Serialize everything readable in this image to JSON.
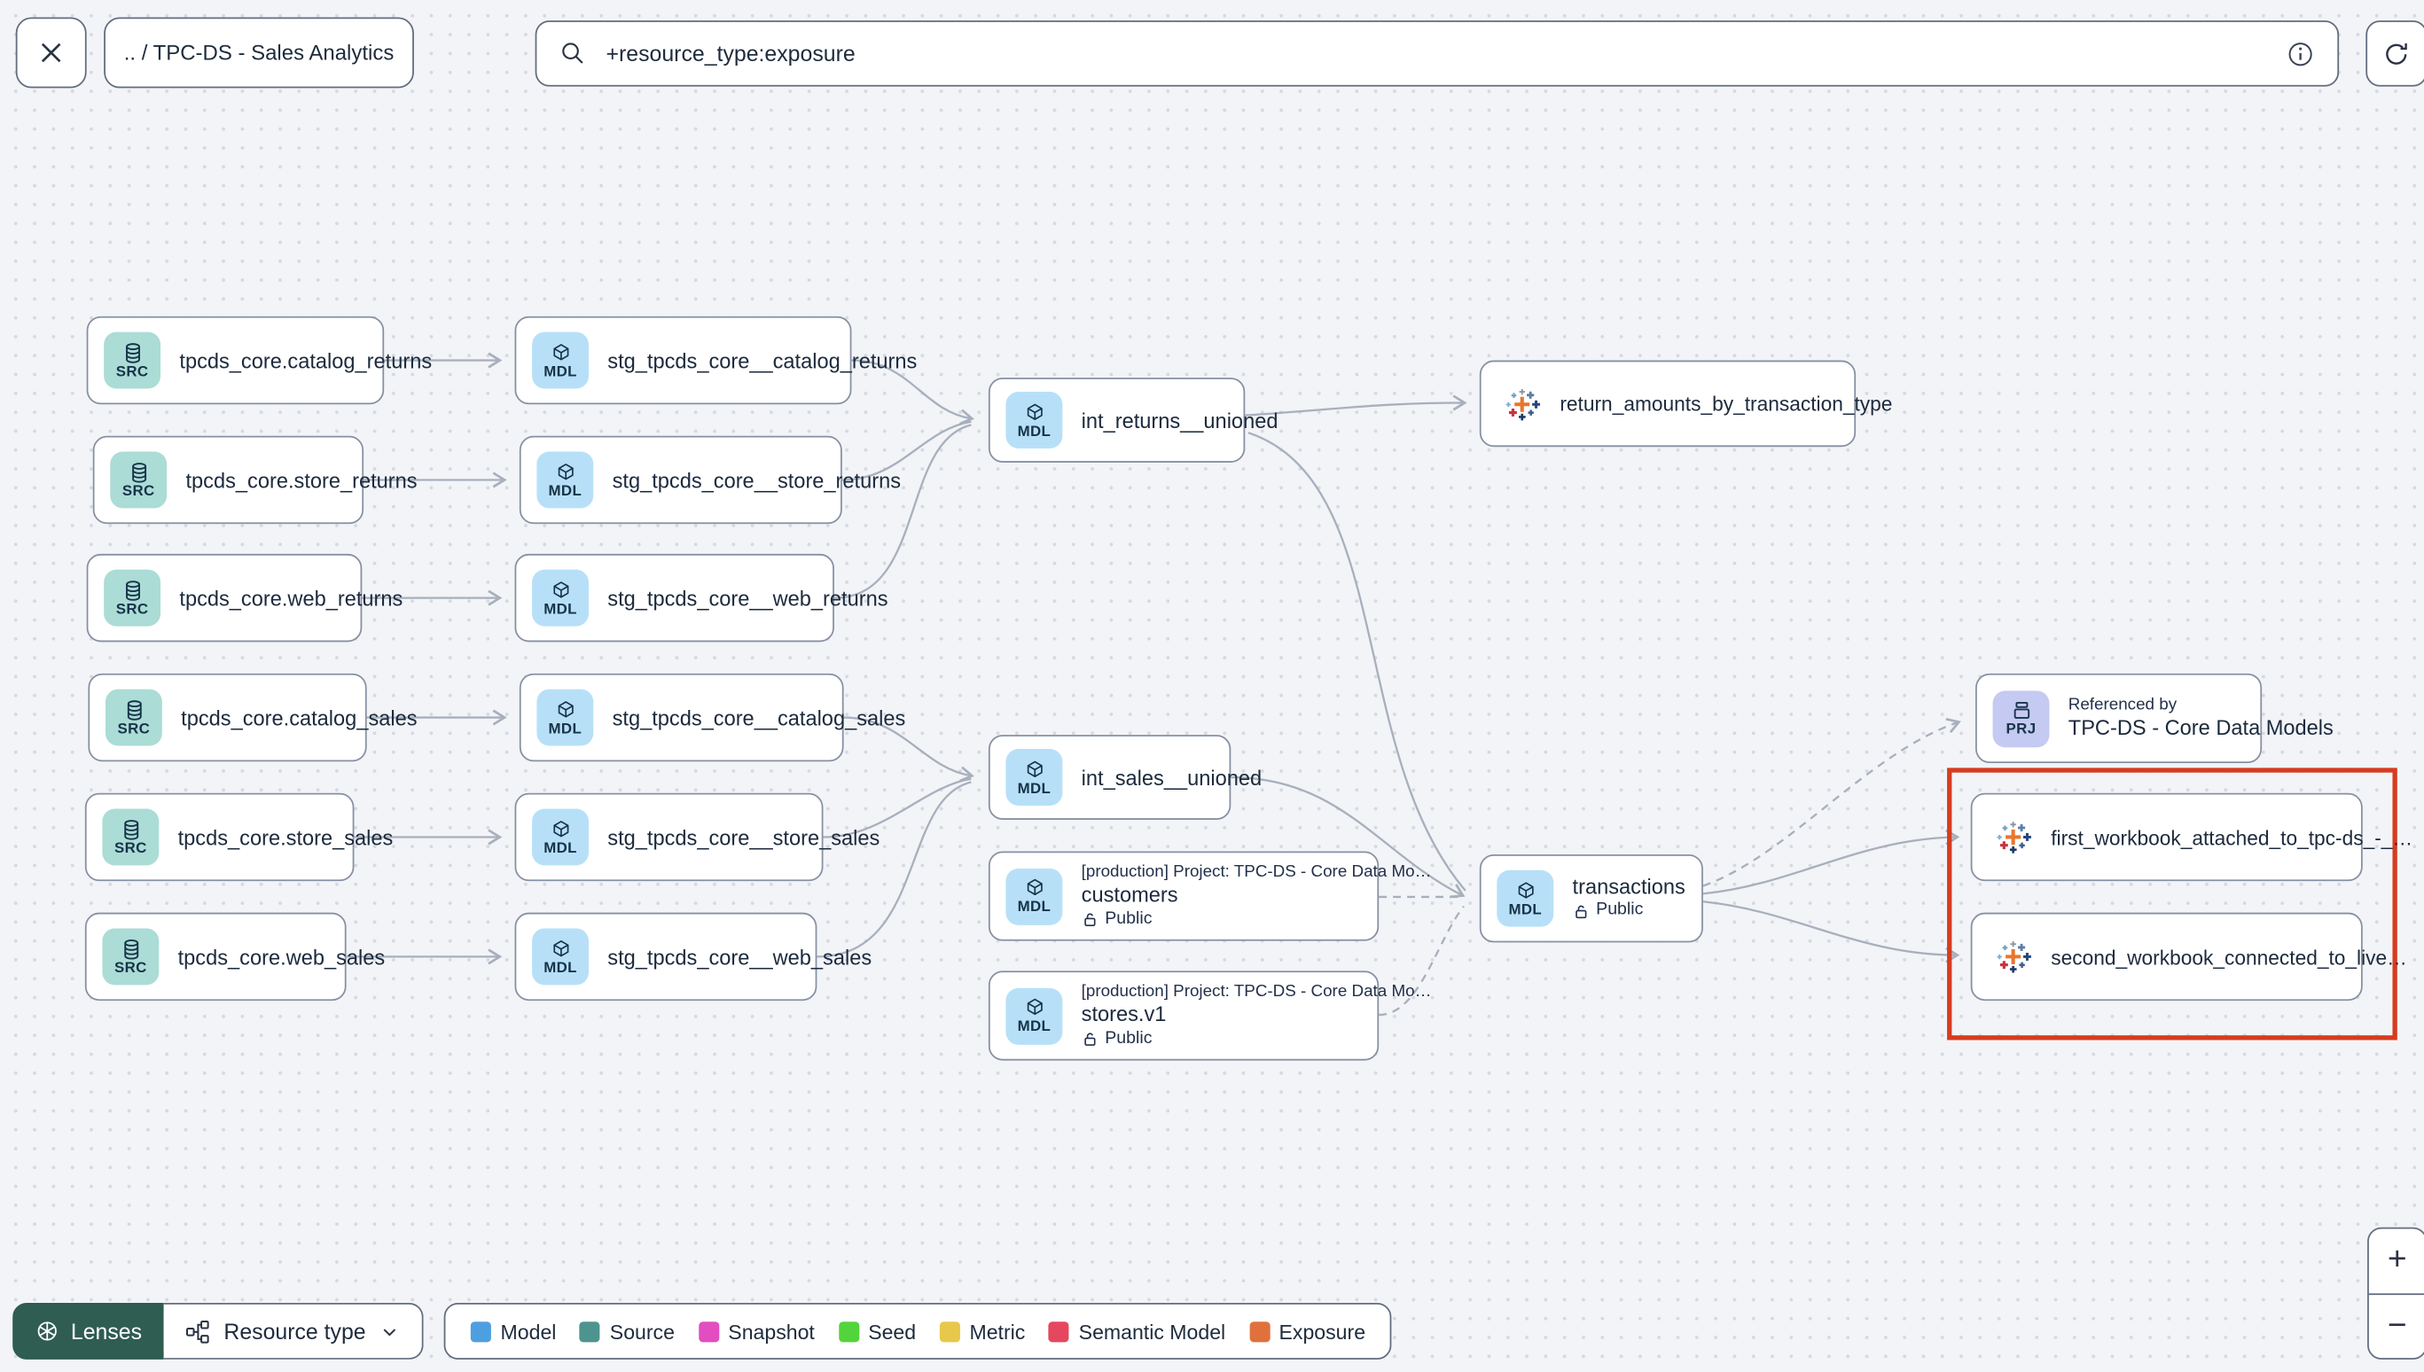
{
  "header": {
    "close_icon": "close",
    "breadcrumb": ".. / TPC-DS - Sales Analytics",
    "search": {
      "value": "+resource_type:exposure"
    }
  },
  "graph": {
    "tiles": {
      "source": "SRC",
      "model": "MDL",
      "project": "PRJ"
    },
    "nodes": [
      {
        "type": "source",
        "label": "tpcds_core.catalog_returns"
      },
      {
        "type": "source",
        "label": "tpcds_core.store_returns"
      },
      {
        "type": "source",
        "label": "tpcds_core.web_returns"
      },
      {
        "type": "source",
        "label": "tpcds_core.catalog_sales"
      },
      {
        "type": "source",
        "label": "tpcds_core.store_sales"
      },
      {
        "type": "source",
        "label": "tpcds_core.web_sales"
      },
      {
        "type": "model",
        "label": "stg_tpcds_core__catalog_returns"
      },
      {
        "type": "model",
        "label": "stg_tpcds_core__store_returns"
      },
      {
        "type": "model",
        "label": "stg_tpcds_core__web_returns"
      },
      {
        "type": "model",
        "label": "stg_tpcds_core__catalog_sales"
      },
      {
        "type": "model",
        "label": "stg_tpcds_core__store_sales"
      },
      {
        "type": "model",
        "label": "stg_tpcds_core__web_sales"
      },
      {
        "type": "model",
        "label": "int_returns__unioned"
      },
      {
        "type": "exposure",
        "label": "return_amounts_by_transaction_type"
      },
      {
        "type": "model",
        "label": "int_sales__unioned"
      },
      {
        "type": "model-external",
        "project": "[production] Project: TPC-DS - Core Data Mo…",
        "label": "customers",
        "access": "Public"
      },
      {
        "type": "model-external",
        "project": "[production] Project: TPC-DS - Core Data Mo…",
        "label": "stores.v1",
        "access": "Public"
      },
      {
        "type": "model-public",
        "label": "transactions",
        "access": "Public"
      },
      {
        "type": "project",
        "title": "Referenced by",
        "label": "TPC-DS - Core Data Models"
      },
      {
        "type": "exposure",
        "label": "first_workbook_attached_to_tpc-ds_-_…"
      },
      {
        "type": "exposure",
        "label": "second_workbook_connected_to_live…"
      }
    ],
    "highlight_box_color": "#d63c1f"
  },
  "footer": {
    "lenses_label": "Lenses",
    "lens_selector_label": "Resource type",
    "legend": {
      "items": [
        {
          "label": "Model",
          "color": "#4e9fe0"
        },
        {
          "label": "Source",
          "color": "#4e948e"
        },
        {
          "label": "Snapshot",
          "color": "#e24ec0"
        },
        {
          "label": "Seed",
          "color": "#54d43c"
        },
        {
          "label": "Metric",
          "color": "#e7c84a"
        },
        {
          "label": "Semantic Model",
          "color": "#e5475f"
        },
        {
          "label": "Exposure",
          "color": "#e0713c"
        }
      ]
    },
    "zoom_in": "+",
    "zoom_out": "−"
  },
  "colors": {
    "canvas_background": "#f2f4f7",
    "node_border": "#8790a3",
    "edge": "#a8afbd",
    "source_tile": "#abdcd6",
    "model_tile": "#b7e0f8",
    "project_tile": "#c5caf2",
    "lenses_button": "#2f5d52"
  }
}
